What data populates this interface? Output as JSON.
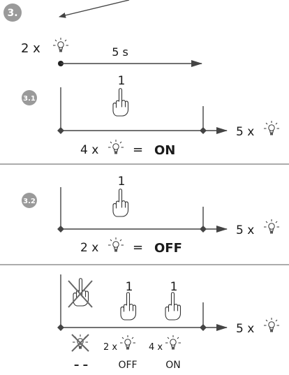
{
  "header": {
    "step_badge": "3."
  },
  "intro": {
    "count": "2 x",
    "duration": "5 s"
  },
  "section_1": {
    "badge": "3.1",
    "press_count": "1",
    "blink_count": "4 x",
    "equals": "=",
    "result": "ON",
    "end_count": "5 x"
  },
  "section_2": {
    "badge": "3.2",
    "press_count": "1",
    "blink_count": "2 x",
    "equals": "=",
    "result": "OFF",
    "end_count": "5 x"
  },
  "section_3": {
    "press_count_1": "1",
    "press_count_2": "1",
    "end_count": "5 x",
    "label_none": "– –",
    "count_off": "2 x",
    "label_off": "OFF",
    "count_on": "4 x",
    "label_on": "ON"
  },
  "icons": {
    "bulb": "light-bulb-icon",
    "hand": "pressing-finger-icon",
    "crossed": "crossed-out-icon",
    "arrow": "arrow-icon"
  },
  "colors": {
    "badge": "#9a9a9a",
    "ink": "#1a1a1a",
    "line": "#444444",
    "cross": "#666666"
  }
}
